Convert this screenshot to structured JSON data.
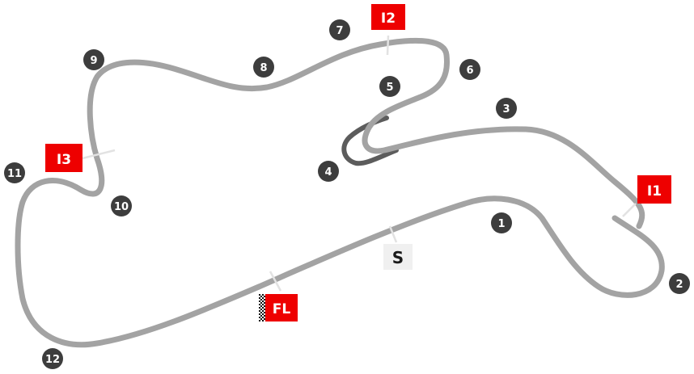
{
  "colors": {
    "track": "#a3a3a3",
    "pit_track": "#5c5c5c",
    "marker": "#3d3d3d",
    "sector_tag": "#ee0000",
    "start_tag_bg": "#f0f0f0",
    "divider": "#e2e2e2"
  },
  "turns": [
    {
      "number": "1"
    },
    {
      "number": "2"
    },
    {
      "number": "3"
    },
    {
      "number": "4"
    },
    {
      "number": "5"
    },
    {
      "number": "6"
    },
    {
      "number": "7"
    },
    {
      "number": "8"
    },
    {
      "number": "9"
    },
    {
      "number": "10"
    },
    {
      "number": "11"
    },
    {
      "number": "12"
    }
  ],
  "sectors": {
    "i1": "I1",
    "i2": "I2",
    "i3": "I3"
  },
  "finish_line": {
    "label": "FL",
    "icon": "checkered-flag-icon"
  },
  "start": {
    "label": "S"
  }
}
